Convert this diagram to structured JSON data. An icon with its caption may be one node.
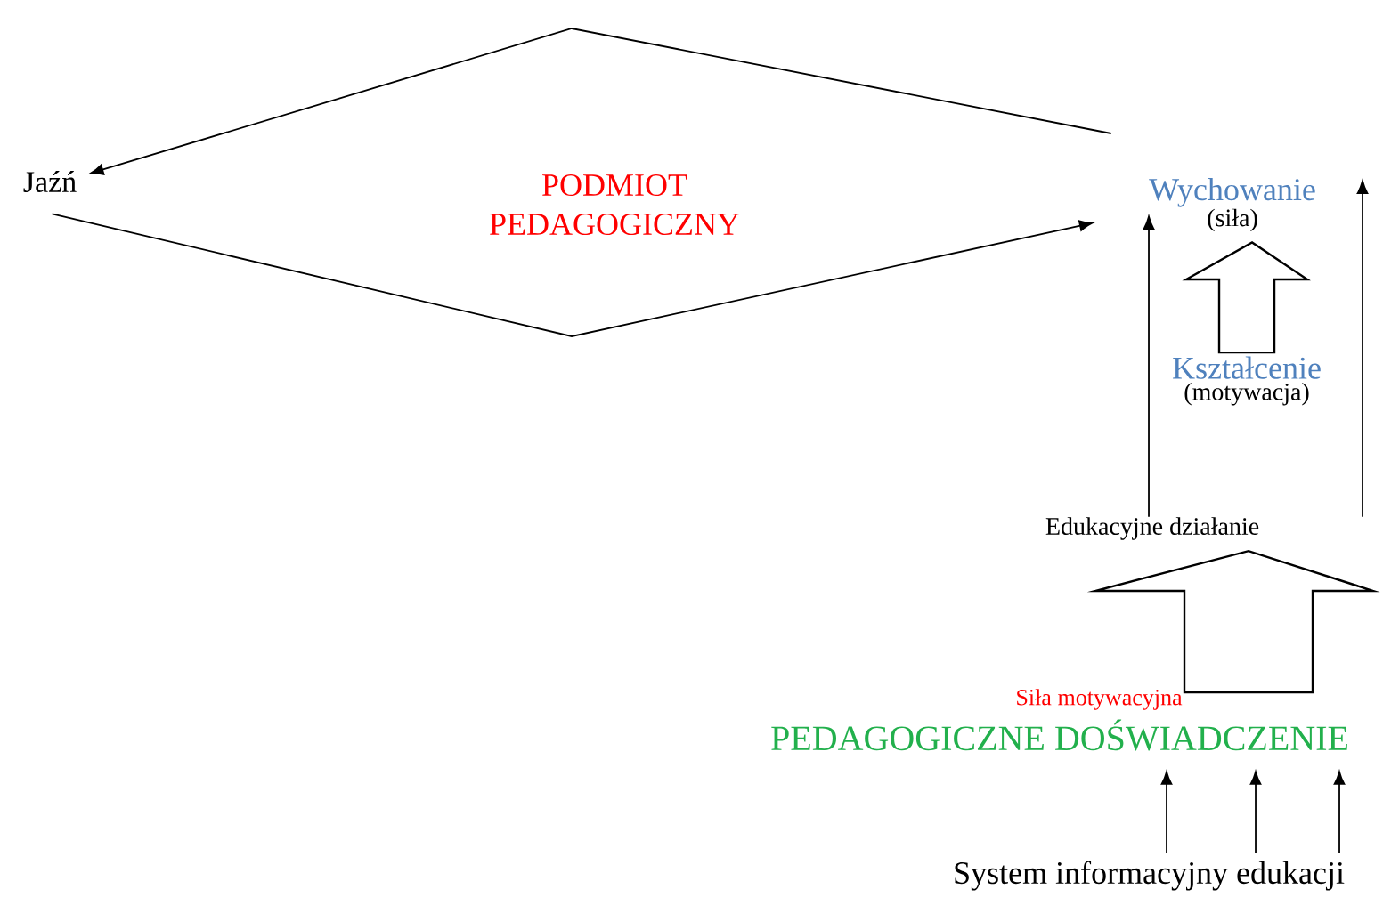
{
  "diagram": {
    "nodes": [
      {
        "text": [
          "Jaźń"
        ]
      },
      {
        "text": [
          "Wychowanie",
          "(siła)"
        ]
      },
      {
        "text": [
          "Kształcenie",
          "(motywacja)"
        ]
      },
      {
        "text": [
          "Edukacyjne działanie"
        ]
      },
      {
        "text": [
          "PEDAGOGICZNE   DOŚWIADCZENIE"
        ]
      },
      {
        "text": [
          "System informacyjny edukacji"
        ]
      }
    ],
    "edges": [
      {
        "from": 1,
        "to": 0,
        "arrow": "to"
      },
      {
        "from": 0,
        "to": 1,
        "arrow": "to"
      },
      {
        "from": 2,
        "to": 1,
        "arrow": "to",
        "style": "thick"
      },
      {
        "from": 3,
        "to": 1,
        "arrow": "to"
      },
      {
        "from": 3,
        "to": 1,
        "arrow": "to"
      },
      {
        "from": 4,
        "to": 3,
        "arrow": "to",
        "style": "thick"
      },
      {
        "from": 5,
        "to": 4,
        "arrow": "to"
      },
      {
        "from": 5,
        "to": 4,
        "arrow": "to"
      },
      {
        "from": 5,
        "to": 4,
        "arrow": "to"
      }
    ],
    "labels": [
      "PODMIOT PEDAGOGICZNY",
      "Siła motywacyjna"
    ]
  }
}
